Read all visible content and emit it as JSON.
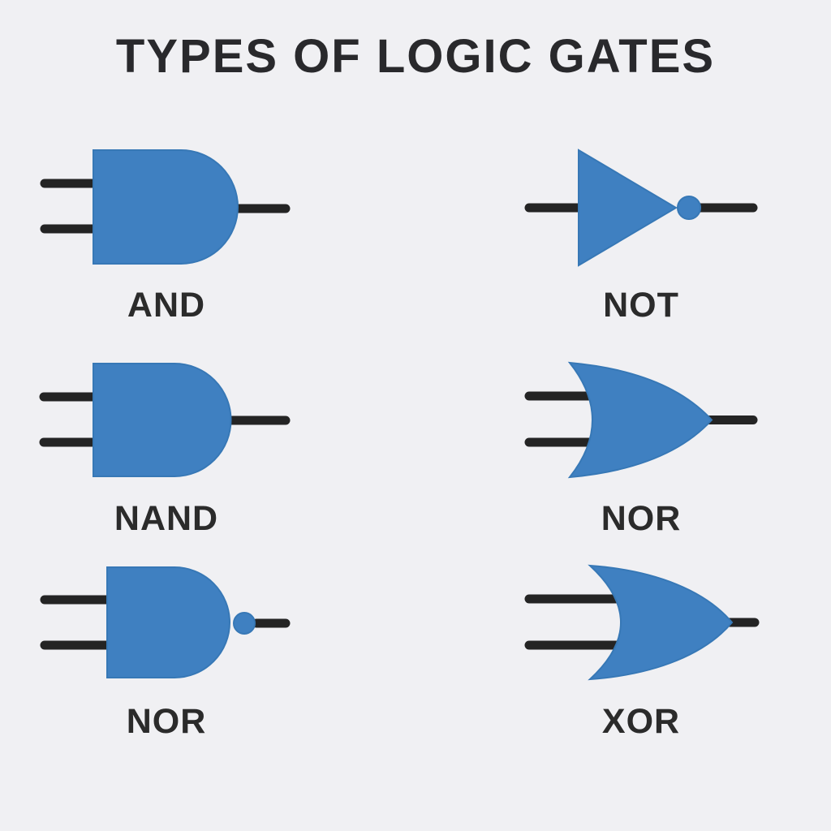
{
  "title": "TYPES OF LOGIC GATES",
  "colors": {
    "background": "#f0f0f3",
    "gate_fill": "#3f80c1",
    "gate_edge": "#3778b6",
    "wire": "#242424",
    "title_text": "#29292c",
    "label_text": "#2b2b2b"
  },
  "gates": [
    {
      "label": "AND",
      "symbol": "and-gate"
    },
    {
      "label": "NOT",
      "symbol": "not-gate-with-bubble"
    },
    {
      "label": "NAND",
      "symbol": "and-gate"
    },
    {
      "label": "NOR",
      "symbol": "or-gate"
    },
    {
      "label": "NOR",
      "symbol": "and-gate-with-bubble"
    },
    {
      "label": "XOR",
      "symbol": "or-gate"
    }
  ]
}
